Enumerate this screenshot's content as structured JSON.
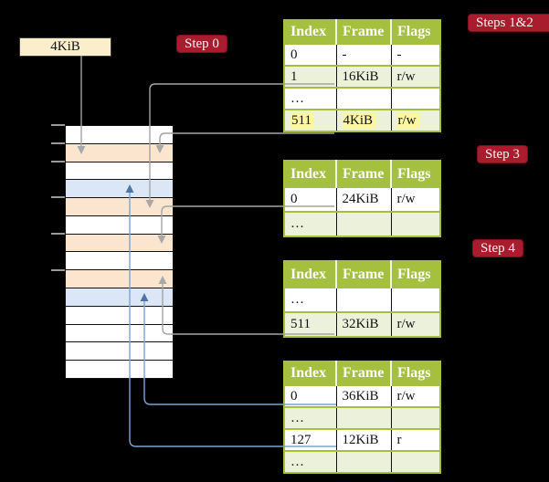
{
  "physical_memory": {
    "page_size_label": "4KiB",
    "rows": [
      "white",
      "peach",
      "white",
      "blue",
      "peach",
      "white",
      "peach",
      "white",
      "peach",
      "blue",
      "white",
      "white",
      "white",
      "white"
    ]
  },
  "badges": {
    "step0": "Step 0",
    "steps12": "Steps 1&2",
    "step3": "Step 3",
    "step4": "Step 4"
  },
  "tables": [
    {
      "name": "page table for steps 1 and 2",
      "columns": [
        "Index",
        "Frame",
        "Flags"
      ],
      "rows": [
        {
          "index": "0",
          "frame": "-",
          "flags": "-",
          "shade": "white",
          "highlight": false
        },
        {
          "index": "1",
          "frame": "16KiB",
          "flags": "r/w",
          "shade": "green",
          "highlight": false
        },
        {
          "index": "…",
          "frame": "",
          "flags": "",
          "shade": "white",
          "highlight": false
        },
        {
          "index": "511",
          "frame": "4KiB",
          "flags": "r/w",
          "shade": "green",
          "highlight": true
        }
      ]
    },
    {
      "name": "page table for step 3",
      "columns": [
        "Index",
        "Frame",
        "Flags"
      ],
      "rows": [
        {
          "index": "0",
          "frame": "24KiB",
          "flags": "r/w",
          "shade": "white",
          "highlight": false
        },
        {
          "index": "…",
          "frame": "",
          "flags": "",
          "shade": "green",
          "highlight": false
        }
      ]
    },
    {
      "name": "page table for step 4",
      "columns": [
        "Index",
        "Frame",
        "Flags"
      ],
      "rows": [
        {
          "index": "…",
          "frame": "",
          "flags": "",
          "shade": "white",
          "highlight": false
        },
        {
          "index": "511",
          "frame": "32KiB",
          "flags": "r/w",
          "shade": "green",
          "highlight": false
        }
      ]
    },
    {
      "name": "last level page table",
      "columns": [
        "Index",
        "Frame",
        "Flags"
      ],
      "rows": [
        {
          "index": "0",
          "frame": "36KiB",
          "flags": "r/w",
          "shade": "white",
          "highlight": false
        },
        {
          "index": "…",
          "frame": "",
          "flags": "",
          "shade": "green",
          "highlight": false
        },
        {
          "index": "127",
          "frame": "12KiB",
          "flags": "r",
          "shade": "white",
          "highlight": false
        },
        {
          "index": "…",
          "frame": "",
          "flags": "",
          "shade": "green",
          "highlight": false
        }
      ]
    }
  ],
  "colors": {
    "table_header": "#a5bf3e",
    "row_green": "#ecf1dc",
    "highlight_yellow": "#fdf6a0",
    "badge_red": "#a91c2e",
    "memory_peach": "#fce5ce",
    "memory_blue": "#dbe6f6",
    "page_size_box": "#faeecb",
    "gray_connector": "#a3a3a3",
    "blue_connector": "#7fa3cc"
  }
}
